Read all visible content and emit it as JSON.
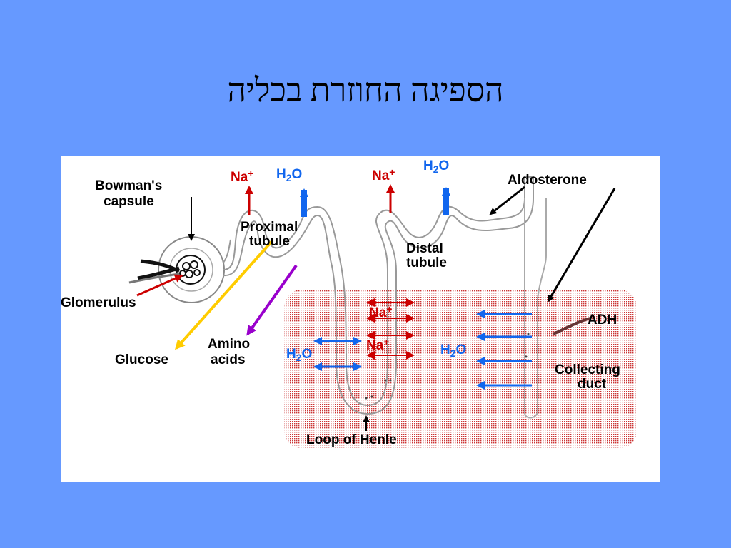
{
  "slide": {
    "title": "הספיגה החוזרת בכליה"
  },
  "diagram": {
    "labels": {
      "bowmans_capsule": [
        "Bowman's",
        "capsule"
      ],
      "glomerulus": "Glomerulus",
      "proximal_tubule": [
        "Proximal",
        "tubule"
      ],
      "distal_tubule": [
        "Distal",
        "tubule"
      ],
      "aldosterone": "Aldosterone",
      "adh": "ADH",
      "collecting_duct": [
        "Collecting",
        "duct"
      ],
      "glucose": "Glucose",
      "amino_acids": [
        "Amino",
        "acids"
      ],
      "loop_of_henle": "Loop of Henle"
    },
    "ions": {
      "na": "Na",
      "plus": "+",
      "h": "H",
      "two": "2",
      "o": "O"
    },
    "colors": {
      "background": "#6699ff",
      "sodium": "#cc0000",
      "water": "#1166ee",
      "glucose": "#ffcc00",
      "amino": "#9900cc",
      "medulla_dots": "#cc3333"
    }
  }
}
